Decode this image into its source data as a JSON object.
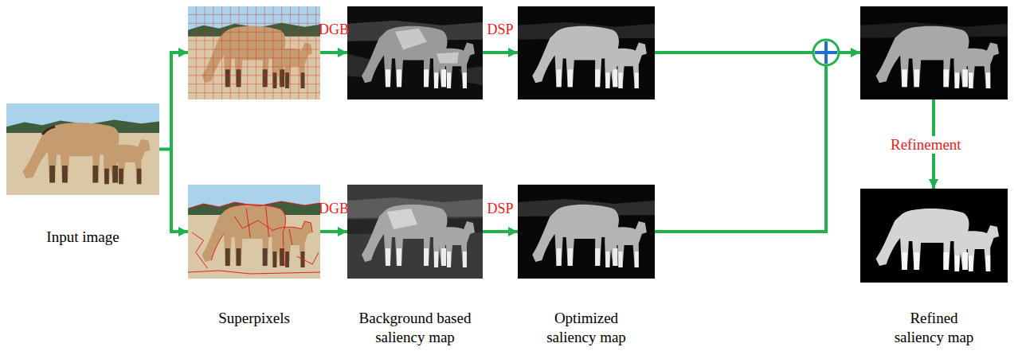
{
  "diagram": {
    "nodes": [
      {
        "text": [
          "Input image"
        ]
      },
      {
        "text": [
          "Superpixels"
        ]
      },
      {
        "text": [
          "Background based saliency map"
        ]
      },
      {
        "text": [
          "Optimized saliency map"
        ]
      },
      {
        "text": [
          "Refined saliency map"
        ]
      }
    ],
    "edges": [
      {
        "from": 0,
        "to": 1,
        "arrow": "to"
      },
      {
        "from": 1,
        "to": 2,
        "label": "DGB",
        "arrow": "to"
      },
      {
        "from": 2,
        "to": 3,
        "label": "DSP",
        "arrow": "to"
      }
    ],
    "labels": [
      "DGB",
      "DSP",
      "Refinement"
    ]
  }
}
